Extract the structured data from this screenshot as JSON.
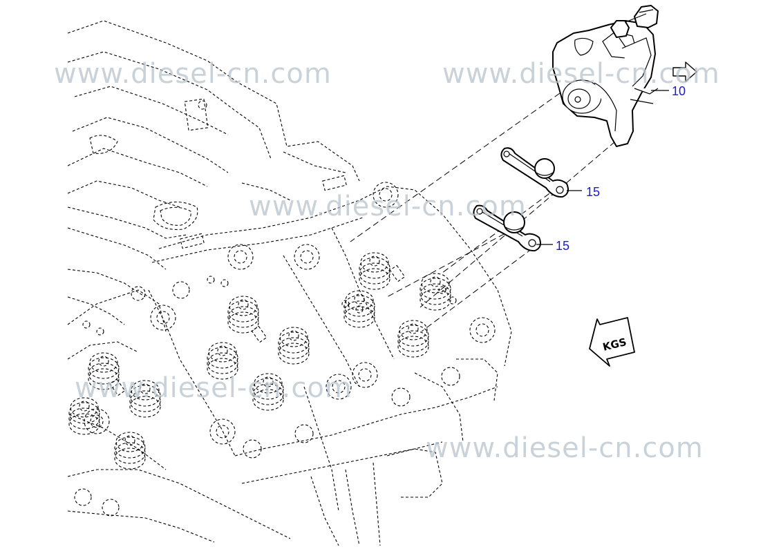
{
  "diagram": {
    "callouts": [
      {
        "id": "callout-10",
        "label": "10"
      },
      {
        "id": "callout-15a",
        "label": "15"
      },
      {
        "id": "callout-15b",
        "label": "15"
      }
    ],
    "direction_marker": {
      "label": "KGS",
      "icon": "direction-arrow-icon"
    },
    "front_marker": {
      "icon": "front-arrow-icon"
    },
    "watermarks": [
      "www.diesel-cn.com",
      "www.diesel-cn.com",
      "www.diesel-cn.com",
      "www.diesel-cn.com",
      "www.diesel-cn.com"
    ],
    "colors": {
      "callout": "#1a1acc",
      "line": "#000000",
      "watermark": "#b8c4cc"
    }
  }
}
